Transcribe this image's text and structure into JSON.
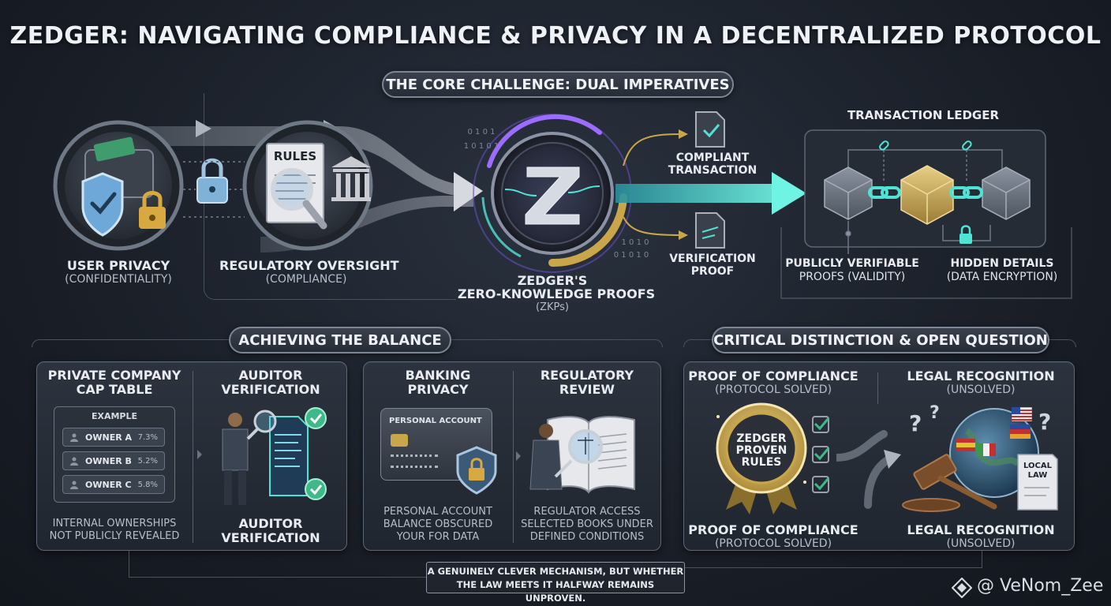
{
  "title": "ZEDGER: NAVIGATING COMPLIANCE & PRIVACY IN A DECENTRALIZED PROTOCOL",
  "core": {
    "heading": "THE CORE CHALLENGE: DUAL IMPERATIVES",
    "user_privacy": "USER PRIVACY",
    "user_privacy_sub": "(CONFIDENTIALITY)",
    "reg_oversight": "REGULATORY OVERSIGHT",
    "reg_oversight_sub": "(COMPLIANCE)",
    "rules_doc": "RULES",
    "binary": [
      "0 1 0 1",
      "1 0 1 0 1",
      "1 0 1 0",
      "0 1 0 1 0"
    ],
    "zkp_line1": "ZEDGER'S",
    "zkp_line2": "ZERO-KNOWLEDGE PROOFS",
    "zkp_sub": "(ZKPs)",
    "compliant_tx_1": "COMPLIANT",
    "compliant_tx_2": "TRANSACTION",
    "verif_proof_1": "VERIFICATION",
    "verif_proof_2": "PROOF",
    "ledger_title": "TRANSACTION LEDGER",
    "public_1": "PUBLICLY VERIFIABLE",
    "public_2": "PROOFS (VALIDITY)",
    "hidden_1": "HIDDEN DETAILS",
    "hidden_2": "(DATA ENCRYPTION)"
  },
  "balance": {
    "heading": "ACHIEVING THE BALANCE",
    "cap_title_1": "PRIVATE COMPANY",
    "cap_title_2": "CAP TABLE",
    "example": "EXAMPLE",
    "owners": [
      {
        "name": "OWNER A",
        "pct": "7.3%"
      },
      {
        "name": "OWNER B",
        "pct": "5.2%"
      },
      {
        "name": "OWNER C",
        "pct": "5.8%"
      }
    ],
    "cap_caption_1": "INTERNAL OWNERSHIPS",
    "cap_caption_2": "NOT PUBLICLY REVEALED",
    "auditor_title_1": "AUDITOR",
    "auditor_title_2": "VERIFICATION",
    "auditor_bottom_1": "AUDITOR",
    "auditor_bottom_2": "VERIFICATION",
    "banking_title_1": "BANKING",
    "banking_title_2": "PRIVACY",
    "card_label": "PERSONAL ACCOUNT",
    "banking_caption_1": "PERSONAL ACCOUNT",
    "banking_caption_2": "BALANCE OBSCURED",
    "banking_caption_3": "YOUR FOR DATA",
    "review_title_1": "REGULATORY",
    "review_title_2": "REVIEW",
    "review_caption_1": "REGULATOR ACCESS",
    "review_caption_2": "SELECTED BOOKS UNDER",
    "review_caption_3": "DEFINED CONDITIONS"
  },
  "critical": {
    "heading": "CRITICAL DISTINCTION & OPEN QUESTION",
    "poc_top": "PROOF OF COMPLIANCE",
    "poc_top_sub": "(PROTOCOL SOLVED)",
    "seal_1": "ZEDGER",
    "seal_2": "PROVEN",
    "seal_3": "RULES",
    "poc_bottom": "PROOF OF COMPLIANCE",
    "poc_bottom_sub": "(PROTOCOL SOLVED)",
    "legal_top": "LEGAL RECOGNITION",
    "legal_top_sub": "(UNSOLVED)",
    "local_law_1": "LOCAL",
    "local_law_2": "LAW",
    "legal_bottom": "LEGAL RECOGNITION",
    "legal_bottom_sub": "(UNSOLVED)"
  },
  "footer": {
    "line1": "A GENUINELY CLEVER MECHANISM, BUT WHETHER",
    "line2": "THE LAW MEETS IT HALFWAY REMAINS UNPROVEN."
  },
  "watermark": "@ VeNom_Zee",
  "colors": {
    "accent_teal": "#4fe3d6",
    "accent_purple": "#9a6cff",
    "accent_gold": "#c9a64a",
    "check_green": "#3fb98a"
  }
}
